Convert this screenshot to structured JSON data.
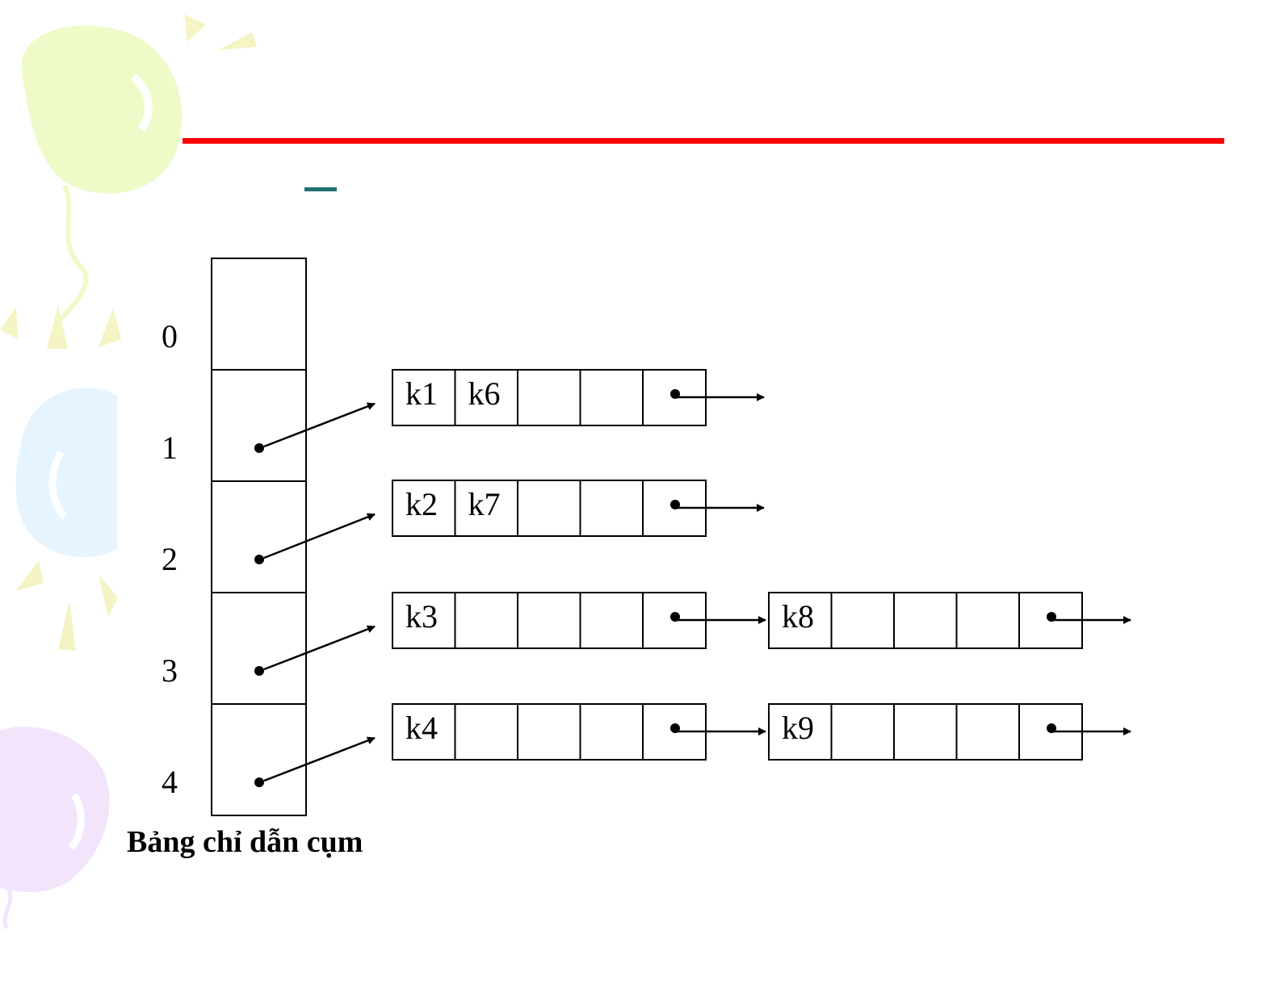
{
  "index_table": {
    "rows": [
      "0",
      "1",
      "2",
      "3",
      "4"
    ],
    "caption": "Bảng chỉ dẫn cụm"
  },
  "buckets": [
    {
      "index": "1",
      "blocks": [
        [
          "k1",
          "k6",
          "",
          ""
        ]
      ]
    },
    {
      "index": "2",
      "blocks": [
        [
          "k2",
          "k7",
          "",
          ""
        ]
      ]
    },
    {
      "index": "3",
      "blocks": [
        [
          "k3",
          "",
          "",
          ""
        ],
        [
          "k8",
          "",
          "",
          ""
        ]
      ]
    },
    {
      "index": "4",
      "blocks": [
        [
          "k4",
          "",
          "",
          ""
        ],
        [
          "k9",
          "",
          "",
          ""
        ]
      ]
    }
  ],
  "colors": {
    "title_rule": "#ff0000",
    "accent_dash": "#1f6f6f",
    "balloon_green": "#eefac8",
    "balloon_blue": "#e6f4ff",
    "balloon_purple": "#f1e4fb",
    "sparkle_yellow": "#f4f4c4"
  }
}
